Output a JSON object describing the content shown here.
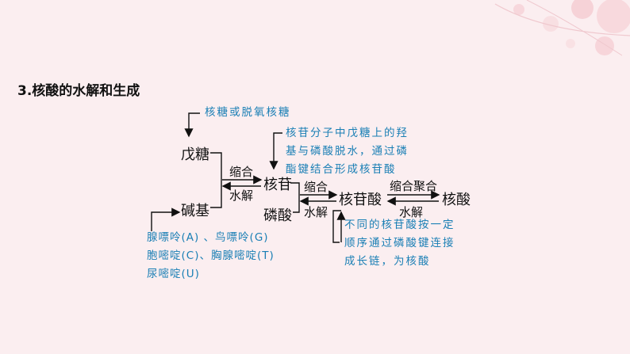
{
  "title": "3.核酸的水解和生成",
  "nodes": {
    "pentose": "戊糖",
    "base": "碱基",
    "nucleoside": "核苷",
    "phosphate": "磷酸",
    "nucleotide": "核苷酸",
    "nucleic_acid": "核酸"
  },
  "arrows": {
    "condense1": "缩合",
    "hydrolysis1": "水解",
    "condense2": "缩合",
    "hydrolysis2": "水解",
    "polycondense": "缩合聚合",
    "hydrolysis3": "水解"
  },
  "notes": {
    "sugar": "核糖或脱氧核糖",
    "nucleoside_lines": [
      "核苷分子中戊糖上的羟",
      "基与磷酸脱水，通过磷",
      "酯键结合形成核苷酸"
    ],
    "base_lines": [
      "腺嘌呤(A) 、鸟嘌呤(G)",
      "胞嘧啶(C)、胸腺嘧啶(T)",
      "尿嘧啶(U)"
    ],
    "nucleotide_lines": [
      "不同的核苷酸按一定",
      "顺序通过磷酸键连接",
      "成长链，为核酸"
    ]
  },
  "colors": {
    "note": "#1a7fb5",
    "background": "#fbeef0"
  }
}
